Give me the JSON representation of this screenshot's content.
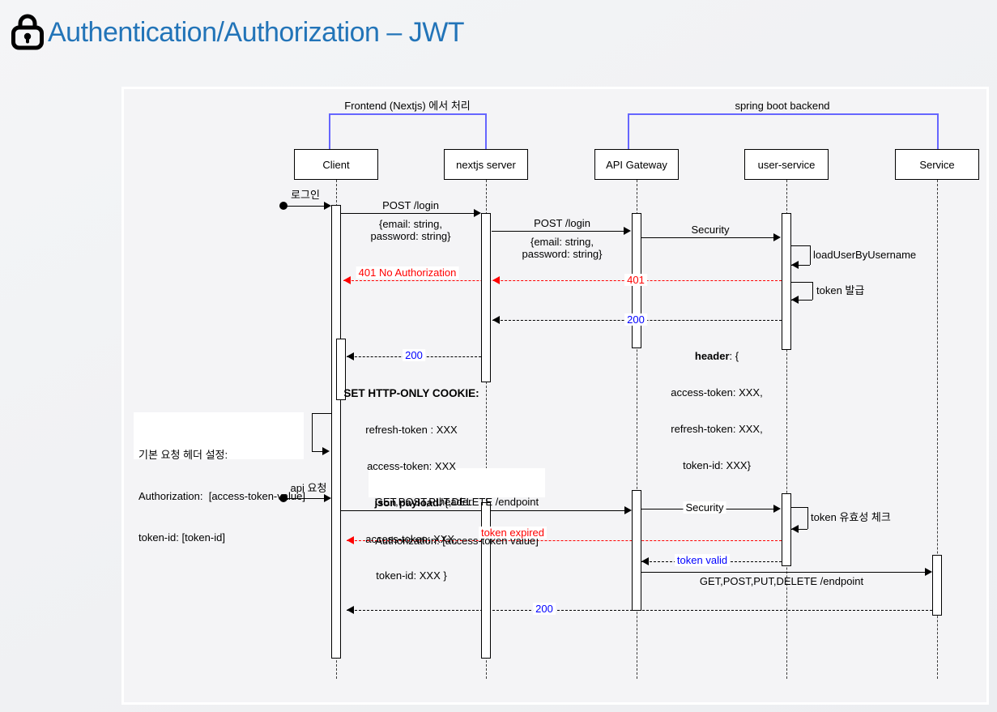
{
  "title": {
    "text": "Authentication/Authorization – JWT",
    "icon": "lock"
  },
  "groups": {
    "frontend": "Frontend (Nextjs) 에서 처리",
    "backend": "spring boot backend"
  },
  "participants": {
    "client": "Client",
    "nextjs": "nextjs server",
    "gateway": "API Gateway",
    "user_service": "user-service",
    "service": "Service"
  },
  "messages": {
    "login": "로그인",
    "post_login": "POST /login",
    "login_body_1": "{email: string,",
    "login_body_2": "password: string}",
    "security": "Security",
    "load_user": "loadUserByUsername",
    "status_401": "401",
    "no_auth_401": "401 No Authorization",
    "token_issue": "token 발급",
    "status_200": "200",
    "api_request": "api 요청",
    "endpoint": "GET,POST,PUT,DELETE /endpoint",
    "token_check": "token 유효성 체크",
    "token_expired": "token expired",
    "token_valid": "token valid"
  },
  "notes": {
    "resp_header": {
      "bold": "header",
      "rest": ": {",
      "lines": [
        "access-token: XXX,",
        "refresh-token: XXX,",
        "token-id: XXX}"
      ]
    },
    "set_cookie": {
      "title": "SET HTTP-ONLY COOKIE:",
      "l1": "refresh-token : XXX",
      "l2": "access-token: XXX",
      "l3_bold": "json payload",
      "l3_rest": ": {",
      "l4": "access-token: XXX,",
      "l5": "token-id: XXX }"
    },
    "default_header": {
      "l1": "기본 요청 헤더 설정:",
      "l2": "Authorization:  [access-token-value]",
      "l3": "token-id: [token-id]"
    },
    "req_header": {
      "l1": "header:",
      "l2": "Authorization: [access-token value]"
    }
  },
  "colors": {
    "title_blue": "#2274B8",
    "group_bracket": "#6666FF",
    "error_red": "#FF0000",
    "status_blue": "#0000FF"
  }
}
